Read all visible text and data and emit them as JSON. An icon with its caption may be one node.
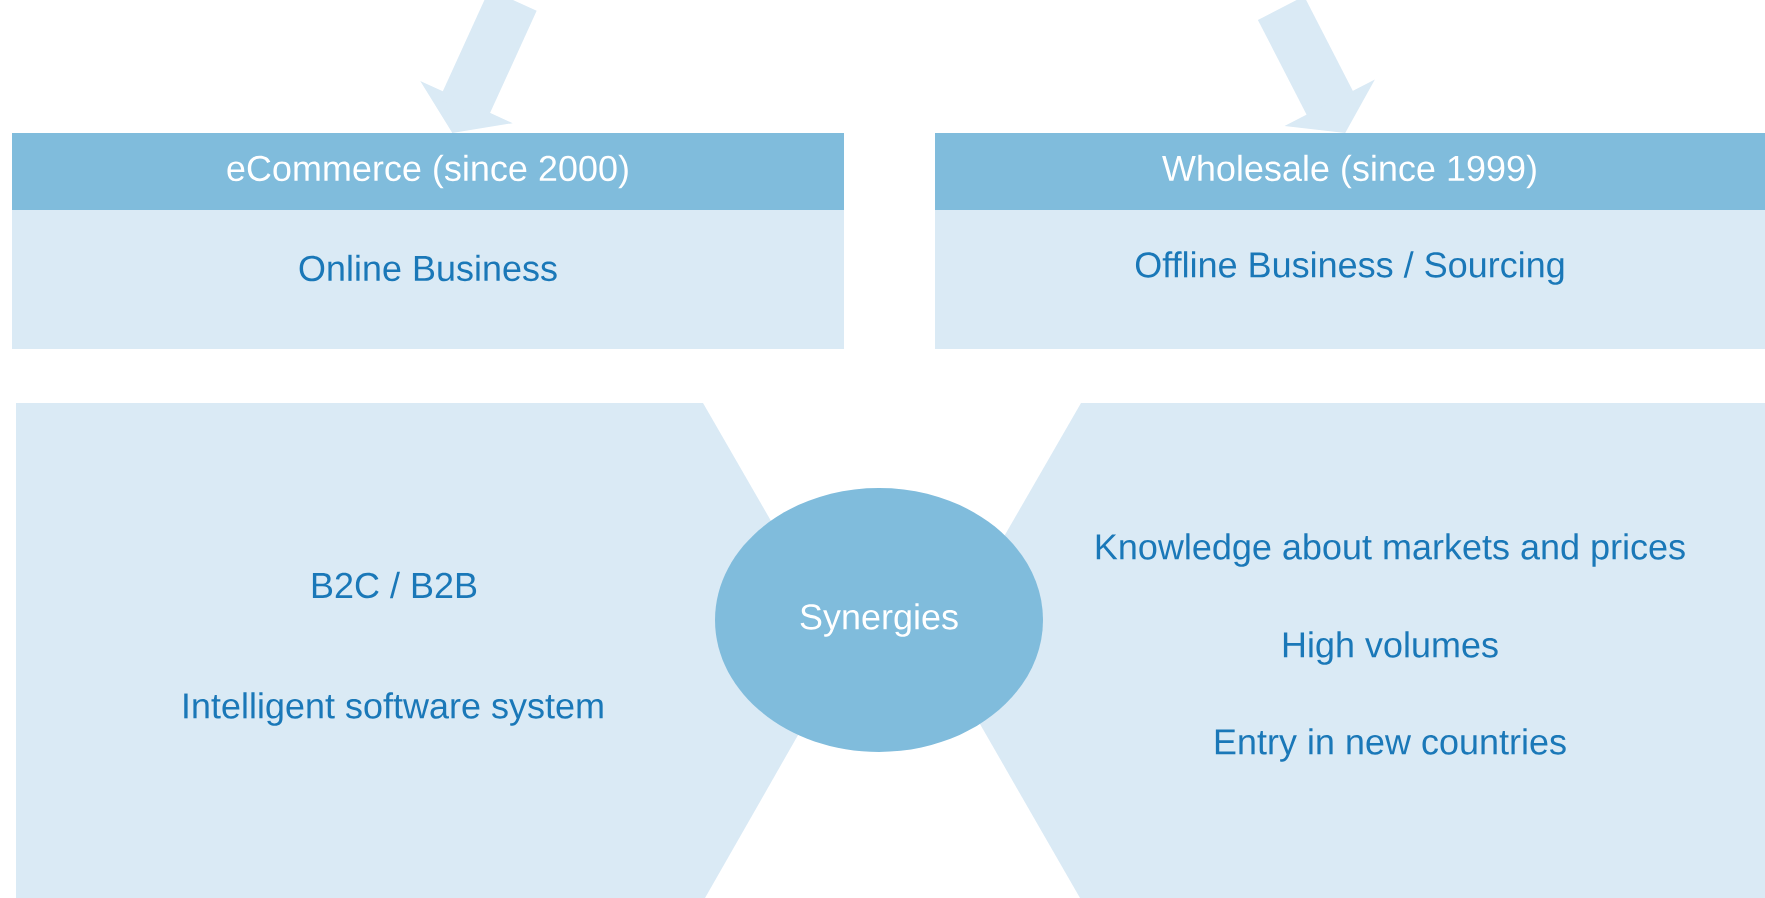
{
  "diagram": {
    "nodes": [
      {
        "text": [
          "eCommerce (since 2000)",
          "Online Business"
        ]
      },
      {
        "text": [
          "Wholesale (since 1999)",
          "Offline Business / Sourcing"
        ]
      },
      {
        "text": [
          "B2C / B2B",
          "Intelligent software system"
        ]
      },
      {
        "text": [
          "Synergies"
        ]
      },
      {
        "text": [
          "Knowledge about markets and prices",
          "High volumes",
          "Entry in new countries"
        ]
      }
    ],
    "edges": [
      {
        "from": null,
        "to": 0,
        "arrow": "to"
      },
      {
        "from": null,
        "to": 1,
        "arrow": "to"
      }
    ]
  }
}
